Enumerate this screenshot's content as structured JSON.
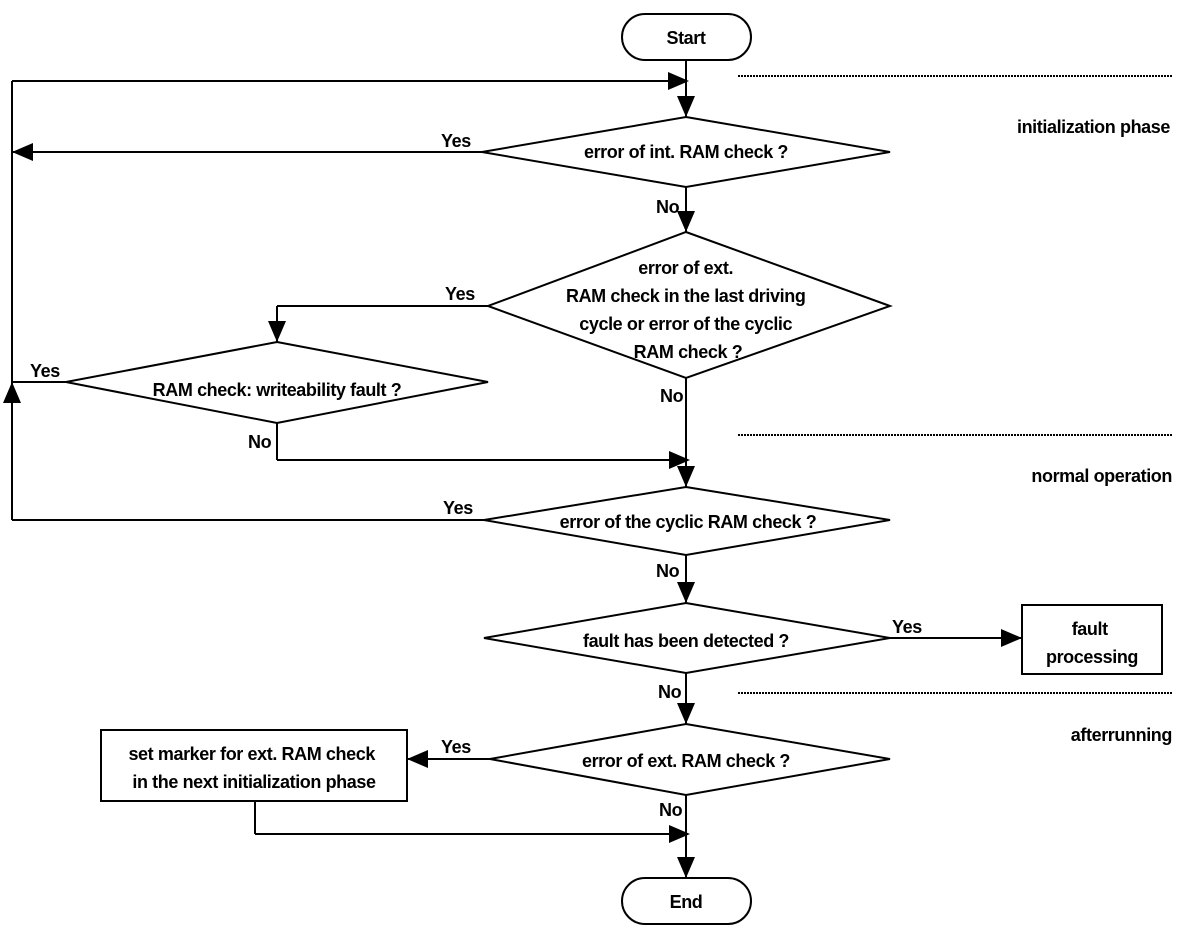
{
  "nodes": {
    "start": "Start",
    "end": "End",
    "int_ram_check": [
      "error of int. RAM check ?"
    ],
    "ext_ram_last_cycle": [
      "error of ext.",
      "RAM check in the last driving",
      "cycle or error of the cyclic",
      "RAM check ?"
    ],
    "writeability_fault": [
      "RAM check: writeability fault ?"
    ],
    "cyclic_ram_check": [
      "error of the cyclic RAM check ?"
    ],
    "fault_detected": [
      "fault has been detected ?"
    ],
    "fault_processing": [
      "fault",
      "processing"
    ],
    "ext_ram_check": [
      "error of ext. RAM check ?"
    ],
    "set_marker": [
      "set marker for ext. RAM check",
      "in the next  initialization phase"
    ]
  },
  "edge_labels": {
    "int_yes": "Yes",
    "int_no": "No",
    "ext_last_yes": "Yes",
    "ext_last_no": "No",
    "write_yes": "Yes",
    "write_no": "No",
    "cyclic_yes": "Yes",
    "cyclic_no": "No",
    "fault_yes": "Yes",
    "fault_no": "No",
    "ext_yes": "Yes",
    "ext_no": "No"
  },
  "phases": {
    "initialization": "initialization phase",
    "normal": "normal operation",
    "afterrunning": "afterrunning"
  }
}
